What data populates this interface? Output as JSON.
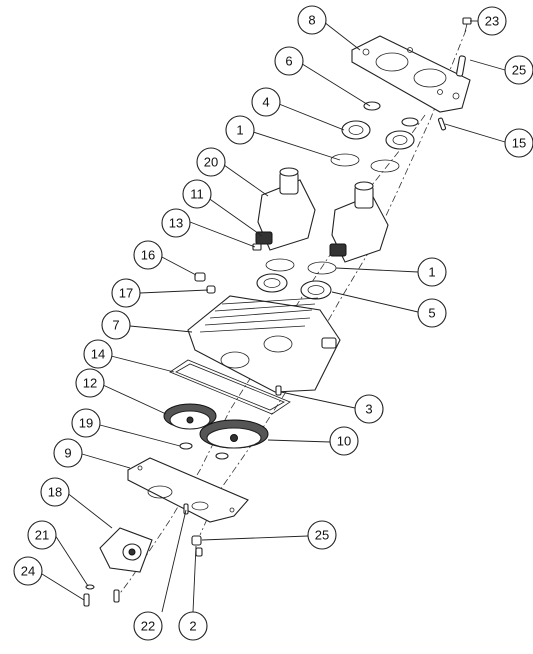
{
  "diagram": {
    "callouts": [
      {
        "id": "c23",
        "label": "23"
      },
      {
        "id": "c8",
        "label": "8"
      },
      {
        "id": "c25a",
        "label": "25"
      },
      {
        "id": "c6",
        "label": "6"
      },
      {
        "id": "c4",
        "label": "4"
      },
      {
        "id": "c15",
        "label": "15"
      },
      {
        "id": "c1a",
        "label": "1"
      },
      {
        "id": "c20",
        "label": "20"
      },
      {
        "id": "c11",
        "label": "11"
      },
      {
        "id": "c13",
        "label": "13"
      },
      {
        "id": "c16",
        "label": "16"
      },
      {
        "id": "c1b",
        "label": "1"
      },
      {
        "id": "c17",
        "label": "17"
      },
      {
        "id": "c5",
        "label": "5"
      },
      {
        "id": "c7",
        "label": "7"
      },
      {
        "id": "c14",
        "label": "14"
      },
      {
        "id": "c3",
        "label": "3"
      },
      {
        "id": "c12",
        "label": "12"
      },
      {
        "id": "c10",
        "label": "10"
      },
      {
        "id": "c19",
        "label": "19"
      },
      {
        "id": "c9",
        "label": "9"
      },
      {
        "id": "c18",
        "label": "18"
      },
      {
        "id": "c25b",
        "label": "25"
      },
      {
        "id": "c21",
        "label": "21"
      },
      {
        "id": "c24",
        "label": "24"
      },
      {
        "id": "c22",
        "label": "22"
      },
      {
        "id": "c2",
        "label": "2"
      }
    ]
  }
}
